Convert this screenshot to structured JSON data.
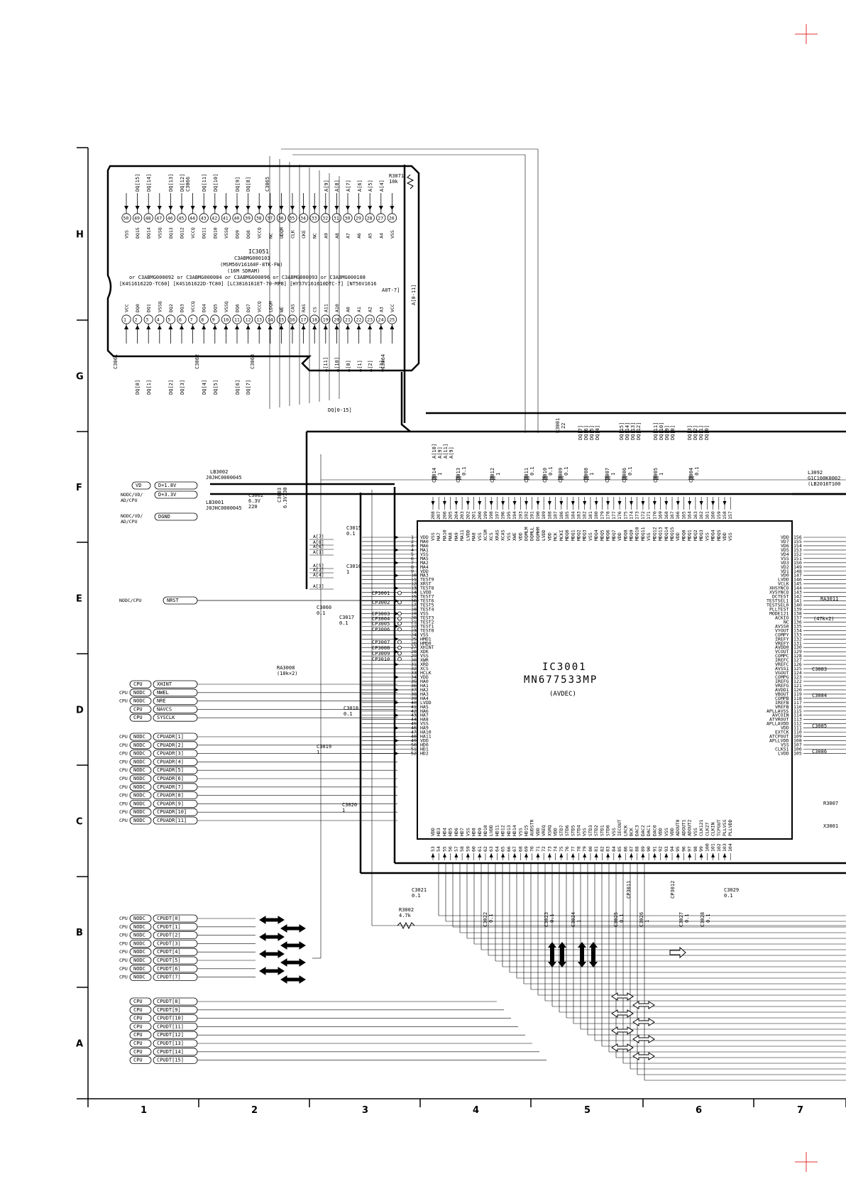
{
  "sdram": {
    "ref": "IC3051",
    "part": "C3ABMG000103",
    "alt1": "(MSM56V16160F-8TK-FW)",
    "type": "(16M SDRAM)",
    "alts": "or C3ABMG000092 or C3ABMG000084 or C3ABMG000096 or C3ABMG000093 or C3ABMG000108",
    "alt_parts": "[K4S161622D-TC60] [K4S161622D-TC80] [LC3816161ET-70-MPB] [HY57V161610DTC-7] [NT56V1616",
    "alt_tail": "A0T-7]",
    "top_pins": [
      "50",
      "49",
      "48",
      "47",
      "46",
      "45",
      "44",
      "43",
      "42",
      "41",
      "40",
      "39",
      "38",
      "37",
      "36",
      "35",
      "34",
      "33",
      "32",
      "31",
      "30",
      "29",
      "28",
      "27",
      "26"
    ],
    "top_names": [
      "VSS",
      "DQ15",
      "DQ14",
      "VSSQ",
      "DQ13",
      "DQ12",
      "VCCQ",
      "DQ11",
      "DQ10",
      "VSSQ",
      "DQ9",
      "DQ8",
      "VCCQ",
      "NC",
      "UDQM",
      "CLK",
      "CKE",
      "NC",
      "A9",
      "A8",
      "A7",
      "A6",
      "A5",
      "A4",
      "VSS"
    ],
    "bot_pins": [
      "1",
      "2",
      "3",
      "4",
      "5",
      "6",
      "7",
      "8",
      "9",
      "10",
      "11",
      "12",
      "13",
      "14",
      "15",
      "16",
      "17",
      "18",
      "19",
      "20",
      "21",
      "22",
      "23",
      "24",
      "25"
    ],
    "bot_names": [
      "VCC",
      "DQ0",
      "DQ1",
      "VSSQ",
      "DQ2",
      "DQ3",
      "VCCQ",
      "DQ4",
      "DQ5",
      "VSSQ",
      "DQ6",
      "DQ7",
      "VCCQ",
      "LDQM",
      "WE",
      "CAS",
      "RAS",
      "CS",
      "A11",
      "A10",
      "A0",
      "A1",
      "A2",
      "A3",
      "VCC"
    ],
    "top_bus": [
      "DQ[15]",
      "DQ[14]",
      "DQ[13]",
      "DQ[12]",
      "C3066",
      "DQ[11]",
      "DQ[10]",
      "DQ[9]",
      "DQ[8]",
      "C3065",
      "A[9]",
      "A[8]",
      "A[7]",
      "A[6]",
      "A[5]",
      "A[4]"
    ],
    "bot_bus_a": [
      "DQ[0]",
      "DQ[1]",
      "DQ[2]",
      "DQ[3]",
      "DQ[4]",
      "DQ[5]",
      "DQ[6]",
      "DQ[7]"
    ],
    "bot_bus_b": [
      "A[11]",
      "A[10]",
      "A[0]",
      "A[1]",
      "A[2]",
      "A[3]"
    ],
    "r3071": "R3071",
    "r3071v": "10k",
    "a_bus": "A[0-11]",
    "dq_bus": "DQ[0-15]",
    "caps": [
      "C3061",
      "C3062",
      "C3063",
      "C3064"
    ]
  },
  "avdec": {
    "ref": "IC3001",
    "part": "MN677533MP",
    "desc": "(AVDEC)"
  },
  "left_pins": [
    [
      "1",
      "VDD"
    ],
    [
      "2",
      "MA0"
    ],
    [
      "3",
      "MA6"
    ],
    [
      "4",
      "MA1"
    ],
    [
      "5",
      "VSS"
    ],
    [
      "6",
      "MA5"
    ],
    [
      "7",
      "MA2"
    ],
    [
      "8",
      "MA4"
    ],
    [
      "9",
      "VDD"
    ],
    [
      "10",
      "MA3"
    ],
    [
      "11",
      "TEST9"
    ],
    [
      "12",
      "XRST"
    ],
    [
      "13",
      "TEST8"
    ],
    [
      "14",
      "LVDD"
    ],
    [
      "15",
      "TEST7"
    ],
    [
      "16",
      "TEST6"
    ],
    [
      "17",
      "TEST5"
    ],
    [
      "18",
      "TEST4"
    ],
    [
      "19",
      "VSS"
    ],
    [
      "20",
      "TEST3"
    ],
    [
      "21",
      "TEST2"
    ],
    [
      "22",
      "TEST1"
    ],
    [
      "23",
      "TEST0"
    ],
    [
      "24",
      "VSS"
    ],
    [
      "25",
      "HMD1"
    ],
    [
      "26",
      "HMD0"
    ],
    [
      "27",
      "XHINT"
    ],
    [
      "28",
      "XDK"
    ],
    [
      "29",
      "VSS"
    ],
    [
      "30",
      "XWR"
    ],
    [
      "31",
      "XRD"
    ],
    [
      "32",
      "XCS"
    ],
    [
      "33",
      "HCLK"
    ],
    [
      "34",
      "VDD"
    ],
    [
      "35",
      "HA0"
    ],
    [
      "36",
      "HA1"
    ],
    [
      "37",
      "HA2"
    ],
    [
      "38",
      "HA3"
    ],
    [
      "39",
      "HA4"
    ],
    [
      "40",
      "LVDD"
    ],
    [
      "41",
      "HA5"
    ],
    [
      "42",
      "HA6"
    ],
    [
      "43",
      "HA7"
    ],
    [
      "44",
      "HA8"
    ],
    [
      "45",
      "VSS"
    ],
    [
      "46",
      "HA9"
    ],
    [
      "47",
      "HA10"
    ],
    [
      "48",
      "HA11"
    ],
    [
      "49",
      "VDD"
    ],
    [
      "50",
      "HD0"
    ],
    [
      "51",
      "HD1"
    ],
    [
      "52",
      "HD2"
    ]
  ],
  "right_pins": [
    [
      "156",
      "VDD"
    ],
    [
      "155",
      "VD7"
    ],
    [
      "154",
      "VD6"
    ],
    [
      "153",
      "VD5"
    ],
    [
      "152",
      "VD4"
    ],
    [
      "151",
      "VSS"
    ],
    [
      "150",
      "VD3"
    ],
    [
      "149",
      "VD2"
    ],
    [
      "148",
      "VD1"
    ],
    [
      "147",
      "VD0"
    ],
    [
      "146",
      "LVDD"
    ],
    [
      "145",
      "VCLK"
    ],
    [
      "144",
      "XHSYNCO"
    ],
    [
      "143",
      "XVSYNCO"
    ],
    [
      "142",
      "DCTEST"
    ],
    [
      "141",
      "TESTSEL1"
    ],
    [
      "140",
      "TESTSEL0"
    ],
    [
      "139",
      "PLLTEST"
    ],
    [
      "138",
      "MODE121"
    ],
    [
      "137",
      "ACKIO"
    ],
    [
      "136",
      "NC"
    ],
    [
      "135",
      "AVSS0"
    ],
    [
      "134",
      "VYOUT"
    ],
    [
      "133",
      "COMPY"
    ],
    [
      "132",
      "IREFY"
    ],
    [
      "131",
      "VREFY"
    ],
    [
      "130",
      "AVDD0"
    ],
    [
      "129",
      "VCOUT"
    ],
    [
      "128",
      "COMPC"
    ],
    [
      "127",
      "IREFC"
    ],
    [
      "126",
      "VREFC"
    ],
    [
      "125",
      "AVSS1"
    ],
    [
      "124",
      "VGOUT"
    ],
    [
      "123",
      "COMPG"
    ],
    [
      "122",
      "IREFG"
    ],
    [
      "121",
      "VREFG"
    ],
    [
      "120",
      "AVDD1"
    ],
    [
      "119",
      "VBOUT"
    ],
    [
      "118",
      "COMPB"
    ],
    [
      "117",
      "IREFB"
    ],
    [
      "116",
      "VREFB"
    ],
    [
      "115",
      "APLLAVSS"
    ],
    [
      "114",
      "AVCOIN"
    ],
    [
      "113",
      "ATVROUT"
    ],
    [
      "112",
      "APLLAVDD"
    ],
    [
      "111",
      "VDD"
    ],
    [
      "110",
      "EXTCK"
    ],
    [
      "109",
      "ATCPOUT"
    ],
    [
      "108",
      "APLLVDD"
    ],
    [
      "107",
      "VSS"
    ],
    [
      "106",
      "CLKS1"
    ],
    [
      "105",
      "LVDD"
    ]
  ],
  "top_pin_nums": [
    "208",
    "207",
    "206",
    "205",
    "204",
    "203",
    "202",
    "201",
    "200",
    "199",
    "198",
    "197",
    "196",
    "195",
    "194",
    "193",
    "192",
    "191",
    "190",
    "189",
    "188",
    "187",
    "186",
    "185",
    "184",
    "183",
    "182",
    "181",
    "180",
    "179",
    "178",
    "177",
    "176",
    "175",
    "174",
    "173",
    "172",
    "171",
    "170",
    "169",
    "168",
    "167",
    "166",
    "165",
    "164",
    "163",
    "162",
    "161",
    "160",
    "159",
    "158",
    "157"
  ],
  "top_pin_names": [
    "VSS",
    "MA7",
    "MA10",
    "MA8",
    "MA9",
    "MA11",
    "LVDD",
    "MA8",
    "VSS",
    "XCSM",
    "XCS",
    "XRAS",
    "XCAS",
    "VSS",
    "XWE",
    "VDD",
    "DQMLM",
    "DQMLL",
    "DQMHM",
    "LVDD",
    "VDD",
    "MCK",
    "MCKI",
    "MDQ0",
    "MDQ1",
    "MDQ2",
    "MDQ3",
    "VSS",
    "MDQ4",
    "MDQ5",
    "MDQ6",
    "MDQ7",
    "VDD",
    "MDQ8",
    "MDQ9",
    "MDQ10",
    "MDQ11",
    "VSS",
    "MDQ12",
    "MDQ13",
    "MDQ14",
    "MDQ15",
    "VDD",
    "MDQ0",
    "MDQ1",
    "MDQ2",
    "MDQ3",
    "VSS",
    "MDQ4",
    "MDQ5",
    "VDD",
    "VSS"
  ],
  "bot_pin_nums": [
    "53",
    "54",
    "55",
    "56",
    "57",
    "58",
    "59",
    "60",
    "61",
    "62",
    "63",
    "64",
    "65",
    "66",
    "67",
    "68",
    "69",
    "70",
    "71",
    "72",
    "73",
    "74",
    "75",
    "76",
    "77",
    "78",
    "79",
    "80",
    "81",
    "82",
    "83",
    "84",
    "85",
    "86",
    "87",
    "88",
    "89",
    "90",
    "91",
    "92",
    "93",
    "94",
    "95",
    "96",
    "97",
    "98",
    "99",
    "100",
    "101",
    "102",
    "103",
    "104"
  ],
  "bot_pin_names": [
    "VDD",
    "HD3",
    "HD4",
    "HD5",
    "HD6",
    "HD7",
    "VSS",
    "HD8",
    "HD9",
    "HD10",
    "LVDD",
    "HD11",
    "HD12",
    "HD13",
    "HD14",
    "VSS",
    "HD15",
    "AUDSTR",
    "VDD",
    "VREQ",
    "XSRQ",
    "VDD",
    "STD7",
    "STD6",
    "STD5",
    "STD4",
    "VSS",
    "STD3",
    "STD2",
    "STD1",
    "STD0",
    "VSS",
    "IECOUT",
    "LRCK",
    "BCK",
    "DAC3",
    "DAC2",
    "DAC1",
    "DAC0",
    "VDD",
    "VSS",
    "VDD",
    "ADOUT0",
    "ADOUT1",
    "ADOUT2",
    "VSS",
    "CLK121",
    "CLK27",
    "CLKIN",
    "TCPOUT",
    "PLLVSS",
    "PLLVDD"
  ],
  "power_nets": [
    {
      "tag1": "VD",
      "label": "D+1.8V"
    },
    {
      "tag1": "NODC/VD/AD/CPU",
      "label": "D+3.3V"
    },
    {
      "tag1": "NODC/VD/AD/CPU",
      "label": "DGND"
    }
  ],
  "power_tags": [
    "VD",
    "NODC",
    "VD",
    "AD/CPU",
    "NODC",
    "VD",
    "AD/CPU"
  ],
  "nrst_tag": [
    "NODC",
    "CPU"
  ],
  "nrst_label": "NRST",
  "lb3002": "LB3002",
  "lb3002_part": "J0JHC0000045",
  "lb3001": "LB3001",
  "lb3001_part": "J0JHC0000045",
  "c3002": "C3002",
  "c3002_v1": "6.3V",
  "c3002_v2": "220",
  "c3003": "C3003",
  "c3003_v": "6.3V130",
  "cpu_ctrl": [
    {
      "tags": [
        "CPU"
      ],
      "label": "XHINT"
    },
    {
      "tags": [
        "CPU",
        "NODC"
      ],
      "label": "NWEL"
    },
    {
      "tags": [
        "CPU",
        "NODC"
      ],
      "label": "NRE"
    },
    {
      "tags": [
        "CPU"
      ],
      "label": "NAVCS"
    },
    {
      "tags": [
        "CPU"
      ],
      "label": "SYSCLK"
    }
  ],
  "cpu_adr": [
    "CPUADR[1]",
    "CPUADR[2]",
    "CPUADR[3]",
    "CPUADR[4]",
    "CPUADR[5]",
    "CPUADR[6]",
    "CPUADR[7]",
    "CPUADR[8]",
    "CPUADR[9]",
    "CPUADR[10]",
    "CPUADR[11]"
  ],
  "cpu_dt_lo": [
    "CPUDT[0]",
    "CPUDT[1]",
    "CPUDT[2]",
    "CPUDT[3]",
    "CPUDT[4]",
    "CPUDT[5]",
    "CPUDT[6]",
    "CPUDT[7]"
  ],
  "cpu_dt_hi": [
    "CPUDT[8]",
    "CPUDT[9]",
    "CPUDT[10]",
    "CPUDT[11]",
    "CPUDT[12]",
    "CPUDT[13]",
    "CPUDT[14]",
    "CPUDT[15]"
  ],
  "tag_cpu": "CPU",
  "tag_nodc": "NODC",
  "tag_cpu_prefix": "CPU",
  "cp_points": [
    "CP3001",
    "CP3002",
    "CP3003",
    "CP3004",
    "CP3005",
    "CP3006",
    "CP3007",
    "CP3008",
    "CP3009",
    "CP3010"
  ],
  "ma_labels": [
    "A[7]",
    "A[8]",
    "A[6]",
    "A[1]",
    "A[5]",
    "A[2]",
    "A[4]",
    "A[3]"
  ],
  "top_a_labels": [
    "A[10]",
    "A[9]",
    "A[11]",
    "A[9]"
  ],
  "top_dq_labels": [
    "DQ[7]",
    "DQ[6]",
    "DQ[5]",
    "DQ[4]",
    "DQ[15]",
    "DQ[14]",
    "DQ[13]",
    "DQ[12]",
    "DQ[11]",
    "DQ[10]",
    "DQ[9]",
    "DQ[8]",
    "DQ[3]",
    "DQ[2]",
    "DQ[1]",
    "DQ[0]"
  ],
  "top_caps": [
    {
      "ref": "C3014",
      "val": "1"
    },
    {
      "ref": "C3013",
      "val": "0.1"
    },
    {
      "ref": "C3012",
      "val": "1"
    },
    {
      "ref": "C3011",
      "val": "0.1"
    },
    {
      "ref": "C3010",
      "val": "0.1"
    },
    {
      "ref": "C3009",
      "val": "0.1"
    },
    {
      "ref": "C3008",
      "val": "1"
    },
    {
      "ref": "C3007",
      "val": "1"
    },
    {
      "ref": "C3006",
      "val": "0.1"
    },
    {
      "ref": "C3005",
      "val": "1"
    },
    {
      "ref": "C3004",
      "val": "0.1"
    }
  ],
  "r3001": "R3001",
  "r3001v": "22",
  "left_caps": [
    {
      "ref": "C3015",
      "val": "0.1"
    },
    {
      "ref": "C3016",
      "val": "1"
    },
    {
      "ref": "C3060",
      "val": "0.1"
    },
    {
      "ref": "C3017",
      "val": "0.1"
    },
    {
      "ref": "C3018",
      "val": "0.1"
    },
    {
      "ref": "C3019",
      "val": "1"
    },
    {
      "ref": "C3020",
      "val": "1"
    }
  ],
  "ra3008": "RA3008",
  "ra3008v": "(10k×2)",
  "bot_caps": [
    {
      "ref": "C3021",
      "val": "0.1"
    },
    {
      "ref": "C3022",
      "val": "0.1"
    },
    {
      "ref": "C3023",
      "val": "0.1"
    },
    {
      "ref": "C3024",
      "val": "1"
    },
    {
      "ref": "C3025",
      "val": "0.1"
    },
    {
      "ref": "C3026",
      "val": "1"
    },
    {
      "ref": "C3027",
      "val": "0.1"
    },
    {
      "ref": "C3028",
      "val": "0.1"
    },
    {
      "ref": "C3029",
      "val": "0.1"
    }
  ],
  "cp_bot": [
    "CP3011",
    "CP3012"
  ],
  "r3002": "R3002",
  "r3002v": "4.7k",
  "l3092": "L3092",
  "l3092_part": "G1C100K0002",
  "l3092_alt": "(LB2016T100",
  "ra3011": "RA3011",
  "ra3011v": "(47k×2)",
  "right_caps": [
    "C3083",
    "C3084",
    "C3085",
    "C3086"
  ],
  "r3007": "R3007",
  "x3001": "X3001",
  "grid_rows": [
    "H",
    "G",
    "F",
    "E",
    "D",
    "C",
    "B",
    "A"
  ],
  "grid_cols": [
    "1",
    "2",
    "3",
    "4",
    "5",
    "6",
    "7"
  ]
}
